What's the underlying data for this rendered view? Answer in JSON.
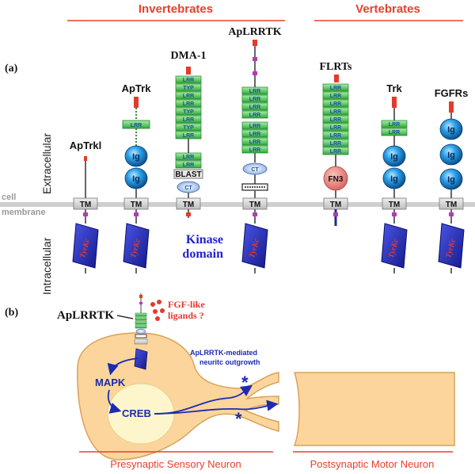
{
  "headers": {
    "invertebrates": "Invertebrates",
    "vertebrates": "Vertebrates"
  },
  "panel_a": {
    "label": "(a)",
    "side_labels": {
      "extracellular": "Extracellular",
      "intracellular": "Intracellular"
    },
    "membrane_label": {
      "line1": "cell",
      "line2": "membrane"
    },
    "proteins": [
      {
        "name": "ApTrkl"
      },
      {
        "name": "ApTrk"
      },
      {
        "name": "DMA-1"
      },
      {
        "name": "ApLRRTK"
      },
      {
        "name": "FLRTs"
      },
      {
        "name": "Trk"
      },
      {
        "name": "FGFRs"
      }
    ],
    "domains": {
      "tm": "TM",
      "ig": "Ig",
      "lrr": "LRR",
      "typ": "TYP",
      "blast": "BLAST",
      "ct": "CT",
      "fn3": "FN3",
      "tyrkc": "TyrKc"
    },
    "kinase_domain": {
      "line1": "Kinase",
      "line2": "domain"
    }
  },
  "panel_b": {
    "label": "(b)",
    "receptor_label": "ApLRRTK",
    "ligands": {
      "line1": "FGF-like",
      "line2": "ligands ?"
    },
    "mapk": "MAPK",
    "creb": "CREB",
    "outgrowth": {
      "line1": "ApLRRTK-mediated",
      "line2": "neuritc outgrowth"
    },
    "asterisk": "*",
    "presynaptic": "Presynaptic Sensory Neuron",
    "postsynaptic": "Postsynaptic Motor Neuron"
  },
  "colors": {
    "header_red": "#e8402c",
    "membrane_gray": "#c8c8c8",
    "lrr_green": "#3dbf4a",
    "ig_blue": "#1f8fd6",
    "kinase_blue": "#2228b8",
    "neuron_fill": "#fcd59c",
    "neuron_stroke": "#d9a25a",
    "nucleus_fill": "#fdf6cc",
    "fn3_fill": "#e77a74",
    "arrow_blue": "#1c2bb0"
  }
}
